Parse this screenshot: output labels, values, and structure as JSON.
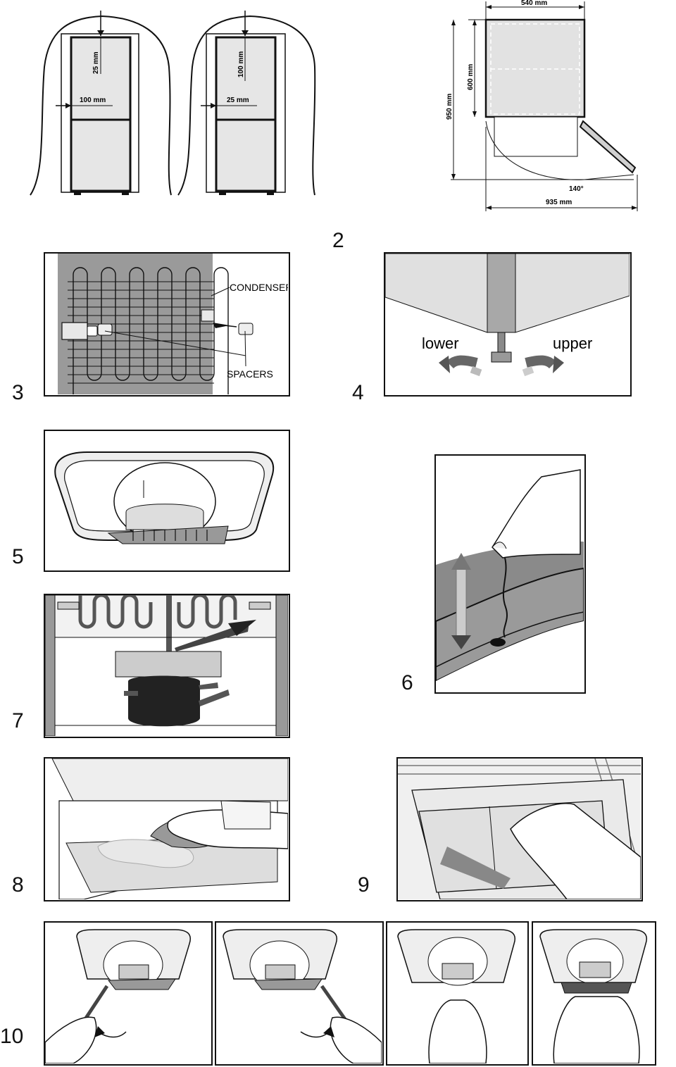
{
  "figure_numbers": {
    "fig2": "2",
    "fig3": "3",
    "fig4": "4",
    "fig5": "5",
    "fig6": "6",
    "fig7": "7",
    "fig8": "8",
    "fig9": "9",
    "fig10": "10"
  },
  "clearance": {
    "left": {
      "top_gap": "25 mm",
      "side_gap": "100 mm"
    },
    "right": {
      "top_gap": "100 mm",
      "side_gap": "25 mm"
    }
  },
  "door_dimensions": {
    "width": "540 mm",
    "depth": "600 mm",
    "depth_open": "950 mm",
    "angle": "140°",
    "total_width": "935 mm"
  },
  "condenser": {
    "condenser_label": "CONDENSER",
    "spacers_label": "SPACERS"
  },
  "leveling": {
    "lower_label": "lower",
    "upper_label": "upper"
  }
}
